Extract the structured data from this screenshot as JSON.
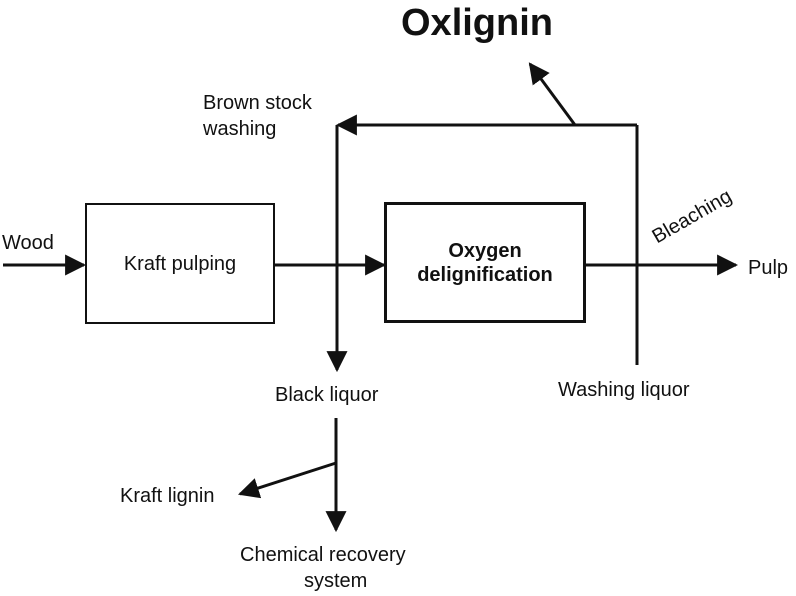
{
  "title": "Oxlignin",
  "nodes": {
    "kraft_pulping": "Kraft pulping",
    "oxygen_delignification_line1": "Oxygen",
    "oxygen_delignification_line2": "delignification"
  },
  "labels": {
    "wood": "Wood",
    "pulp": "Pulp",
    "bleaching": "Bleaching",
    "brown_stock_washing_line1": "Brown stock",
    "brown_stock_washing_line2": "washing",
    "black_liquor": "Black liquor",
    "washing_liquor": "Washing liquor",
    "kraft_lignin": "Kraft lignin",
    "chemical_recovery_line1": "Chemical recovery",
    "chemical_recovery_line2": "system"
  },
  "colors": {
    "stroke": "#111111",
    "background": "#ffffff"
  }
}
